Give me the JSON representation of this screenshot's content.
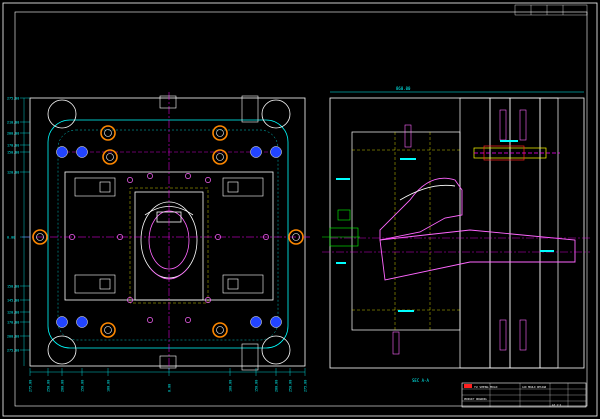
{
  "drawing": {
    "colors": {
      "background": "#000000",
      "frame": "#ffffff",
      "outline": "#ffffff",
      "dimension": "#00ffff",
      "centerline": "#ff00ff",
      "hidden": "#ffff00",
      "part": "#ff66ff",
      "bolt_fill": "#ff8800",
      "guide_fill": "#2244ff",
      "green": "#00ff00",
      "red": "#ff2020"
    },
    "top_view": {
      "left_dims": [
        "275.00",
        "210.00",
        "200.00",
        "170.00",
        "150.00",
        "120.00",
        "0.00",
        "150.00",
        "145.00",
        "120.00",
        "170.00",
        "200.00",
        "275.00"
      ],
      "bottom_dims": [
        "275.00",
        "250.00",
        "200.00",
        "150.00",
        "100.00",
        "0.00",
        "100.00",
        "150.00",
        "200.00",
        "250.00",
        "275.00"
      ],
      "center_label": "Ø"
    },
    "section_view": {
      "top_dim": "860.00",
      "section_label": "SEC A-A"
    },
    "title_block": {
      "company": "YU SHENG MOLD",
      "lines": [
        "CAD MOULD DESIGN",
        "PRODUCT DRAWING",
        "A3 1:2"
      ]
    },
    "icon": "cad-drawing-icon"
  }
}
